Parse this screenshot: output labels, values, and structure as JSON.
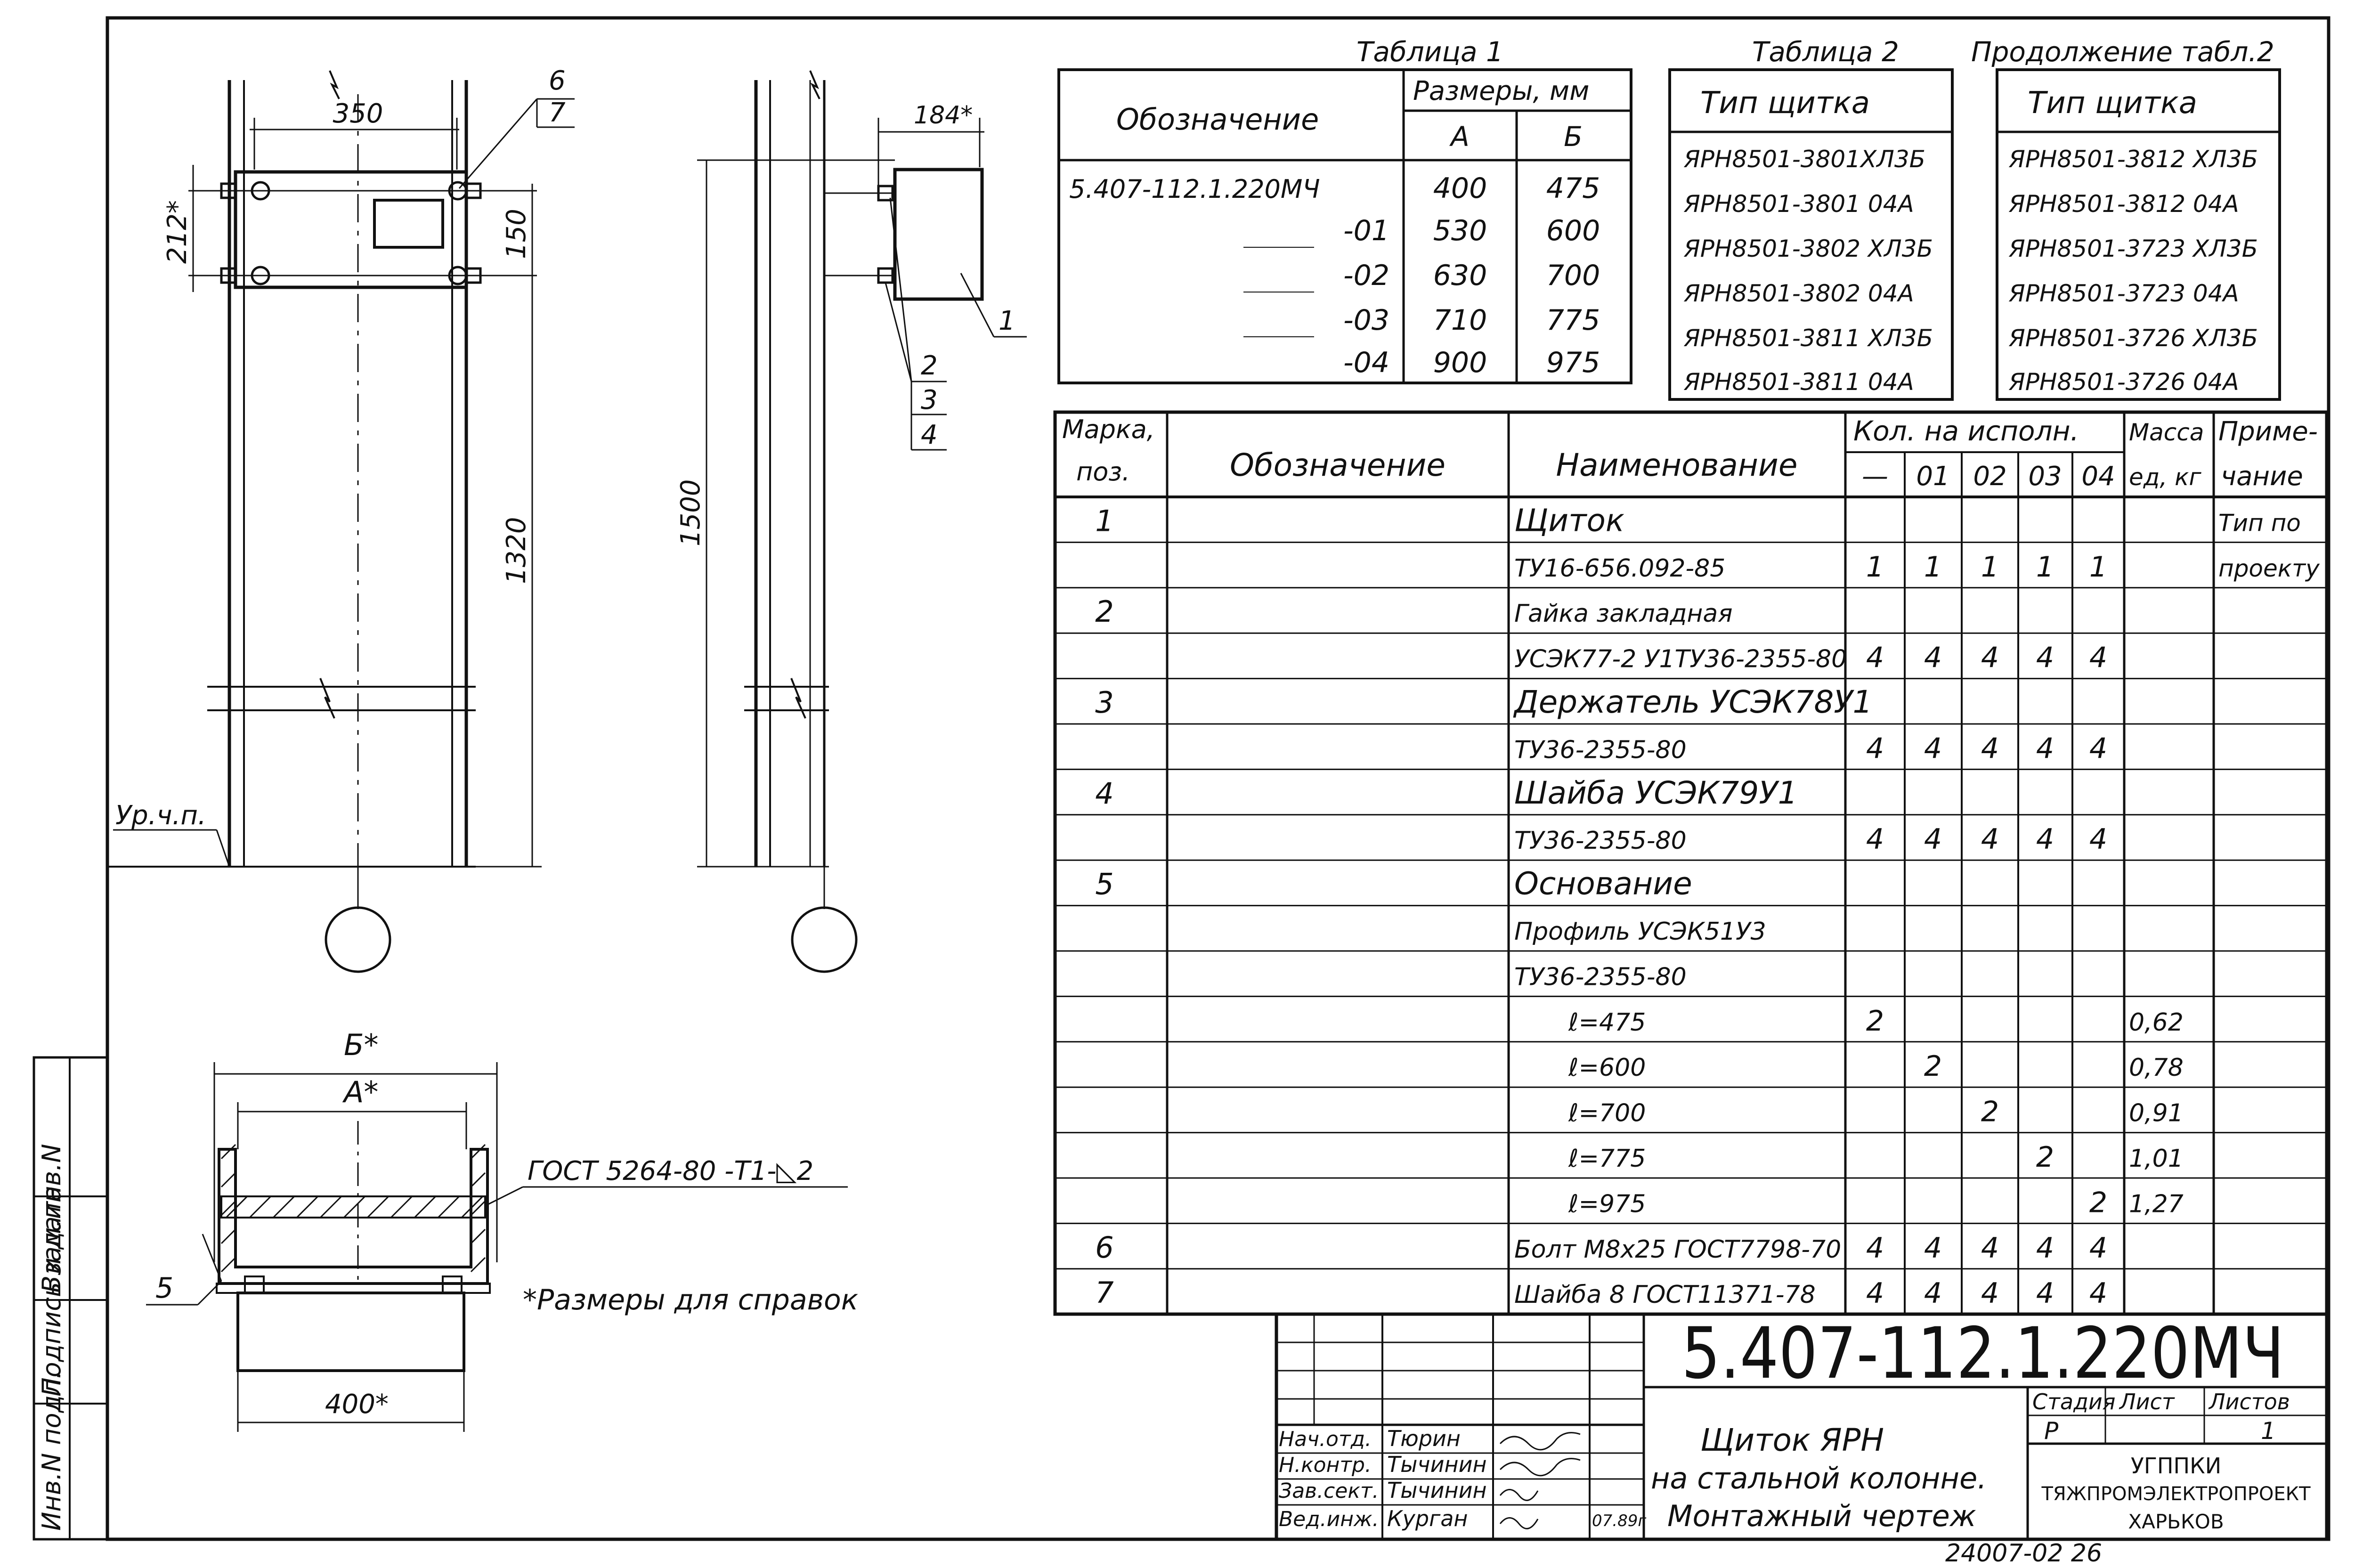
{
  "views": {
    "front": {
      "dim_350": "350",
      "dim_212": "212*",
      "dim_150": "150",
      "dim_1320": "1320",
      "callout_6": "6",
      "callout_7": "7",
      "floor_label": "Ур.ч.п."
    },
    "side": {
      "dim_184": "184*",
      "dim_1500": "1500",
      "callout_1": "1",
      "callout_2": "2",
      "callout_3": "3",
      "callout_4": "4"
    },
    "section": {
      "dim_b": "Б*",
      "dim_a": "А*",
      "dim_400": "400*",
      "weld_note": "ГОСТ 5264-80 -Т1-◺2",
      "callout_5": "5",
      "ref_note": "*Размеры для справок"
    }
  },
  "table1": {
    "title": "Таблица 1",
    "header_designation": "Обозначение",
    "header_sizes": "Размеры, мм",
    "header_a": "А",
    "header_b": "Б",
    "rows": [
      {
        "designation": "5.407-112.1.220МЧ",
        "a": "400",
        "b": "475"
      },
      {
        "designation": "-01",
        "a": "530",
        "b": "600"
      },
      {
        "designation": "-02",
        "a": "630",
        "b": "700"
      },
      {
        "designation": "-03",
        "a": "710",
        "b": "775"
      },
      {
        "designation": "-04",
        "a": "900",
        "b": "975"
      }
    ]
  },
  "table2": {
    "title": "Таблица 2",
    "header": "Тип щитка",
    "rows": [
      "ЯРН8501-3801ХЛ3Б",
      "ЯРН8501-3801 04А",
      "ЯРН8501-3802 ХЛ3Б",
      "ЯРН8501-3802 04А",
      "ЯРН8501-3811 ХЛ3Б",
      "ЯРН8501-3811 04А"
    ]
  },
  "table2cont": {
    "title": "Продолжение табл.2",
    "header": "Тип щитка",
    "rows": [
      "ЯРН8501-3812 ХЛ3Б",
      "ЯРН8501-3812 04А",
      "ЯРН8501-3723 ХЛ3Б",
      "ЯРН8501-3723 04А",
      "ЯРН8501-3726 ХЛ3Б",
      "ЯРН8501-3726 04А"
    ]
  },
  "spec": {
    "h_mark": "Марка, поз.",
    "h_mark1": "Марка,",
    "h_mark2": "поз.",
    "h_designation": "Обозначение",
    "h_name": "Наименование",
    "h_qty": "Кол. на исполн.",
    "h_cols": [
      "—",
      "01",
      "02",
      "03",
      "04"
    ],
    "h_mass1": "Масса",
    "h_mass2": "ед, кг",
    "h_note1": "Приме-",
    "h_note2": "чание",
    "rows": [
      {
        "pos": "1",
        "name": "Щиток",
        "q": [
          "",
          "",
          "",
          "",
          ""
        ],
        "mass": "",
        "note": "Тип по"
      },
      {
        "pos": "",
        "name": "ТУ16-656.092-85",
        "q": [
          "1",
          "1",
          "1",
          "1",
          "1"
        ],
        "mass": "",
        "note": "проекту"
      },
      {
        "pos": "2",
        "name": "Гайка закладная",
        "q": [
          "",
          "",
          "",
          "",
          ""
        ],
        "mass": "",
        "note": ""
      },
      {
        "pos": "",
        "name": "УСЭК77-2 У1ТУ36-2355-80",
        "q": [
          "4",
          "4",
          "4",
          "4",
          "4"
        ],
        "mass": "",
        "note": ""
      },
      {
        "pos": "3",
        "name": "Держатель УСЭК78У1",
        "q": [
          "",
          "",
          "",
          "",
          ""
        ],
        "mass": "",
        "note": ""
      },
      {
        "pos": "",
        "name": "ТУ36-2355-80",
        "q": [
          "4",
          "4",
          "4",
          "4",
          "4"
        ],
        "mass": "",
        "note": ""
      },
      {
        "pos": "4",
        "name": "Шайба УСЭК79У1",
        "q": [
          "",
          "",
          "",
          "",
          ""
        ],
        "mass": "",
        "note": ""
      },
      {
        "pos": "",
        "name": "ТУ36-2355-80",
        "q": [
          "4",
          "4",
          "4",
          "4",
          "4"
        ],
        "mass": "",
        "note": ""
      },
      {
        "pos": "5",
        "name": "Основание",
        "q": [
          "",
          "",
          "",
          "",
          ""
        ],
        "mass": "",
        "note": ""
      },
      {
        "pos": "",
        "name": "Профиль УСЭК51У3",
        "q": [
          "",
          "",
          "",
          "",
          ""
        ],
        "mass": "",
        "note": ""
      },
      {
        "pos": "",
        "name": "ТУ36-2355-80",
        "q": [
          "",
          "",
          "",
          "",
          ""
        ],
        "mass": "",
        "note": ""
      },
      {
        "pos": "",
        "name": "ℓ=475",
        "q": [
          "2",
          "",
          "",
          "",
          ""
        ],
        "mass": "0,62",
        "note": ""
      },
      {
        "pos": "",
        "name": "ℓ=600",
        "q": [
          "",
          "2",
          "",
          "",
          ""
        ],
        "mass": "0,78",
        "note": ""
      },
      {
        "pos": "",
        "name": "ℓ=700",
        "q": [
          "",
          "",
          "2",
          "",
          ""
        ],
        "mass": "0,91",
        "note": ""
      },
      {
        "pos": "",
        "name": "ℓ=775",
        "q": [
          "",
          "",
          "",
          "2",
          ""
        ],
        "mass": "1,01",
        "note": ""
      },
      {
        "pos": "",
        "name": "ℓ=975",
        "q": [
          "",
          "",
          "",
          "",
          "2"
        ],
        "mass": "1,27",
        "note": ""
      },
      {
        "pos": "6",
        "name": "Болт М8х25 ГОСТ7798-70",
        "q": [
          "4",
          "4",
          "4",
          "4",
          "4"
        ],
        "mass": "",
        "note": ""
      },
      {
        "pos": "7",
        "name": "Шайба 8 ГОСТ11371-78",
        "q": [
          "4",
          "4",
          "4",
          "4",
          "4"
        ],
        "mass": "",
        "note": ""
      }
    ]
  },
  "titleblock": {
    "code": "5.407-112.1.220МЧ",
    "title1": "Щиток ЯРН",
    "title2": "на стальной колонне.",
    "title3": "Монтажный чертеж",
    "stage_label": "Стадия",
    "sheet_label": "Лист",
    "sheets_label": "Листов",
    "stage": "Р",
    "sheets": "1",
    "org1": "УГППКИ",
    "org2": "ТЯЖПРОМЭЛЕКТРОПРОЕКТ",
    "org3": "ХАРЬКОВ",
    "roles": [
      "Нач.отд.",
      "Н.контр.",
      "Зав.сект.",
      "Вед.инж."
    ],
    "names": [
      "Тюрин",
      "Тычинин",
      "Тычинин",
      "Курган"
    ],
    "date": "07.89г",
    "bottom_num": "24007-02 26"
  },
  "margin_stamp": [
    "Инв.N подл.",
    "Подпись и дата",
    "Взам.инв.N"
  ]
}
